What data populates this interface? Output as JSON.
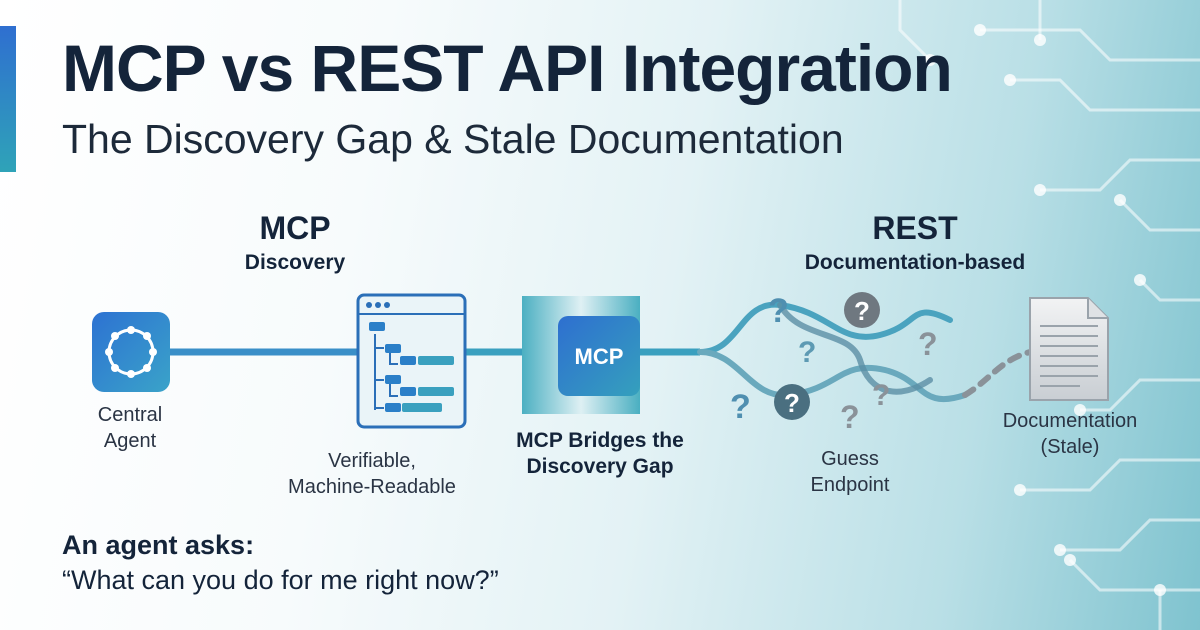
{
  "header": {
    "title": "MCP vs REST API Integration",
    "subtitle": "The Discovery Gap & Stale Documentation"
  },
  "mcp_section": {
    "heading": "MCP",
    "subheading": "Discovery"
  },
  "rest_section": {
    "heading": "REST",
    "subheading": "Documentation-based"
  },
  "nodes": {
    "agent_label_line1": "Central",
    "agent_label_line2": "Agent",
    "schema_label_line1": "Verifiable,",
    "schema_label_line2": "Machine-Readable",
    "mcp_chip": "MCP",
    "bridge_label_line1": "MCP Bridges the",
    "bridge_label_line2": "Discovery Gap",
    "guess_label_line1": "Guess",
    "guess_label_line2": "Endpoint",
    "doc_label_line1": "Documentation",
    "doc_label_line2": "(Stale)",
    "question_glyph": "?"
  },
  "ask": {
    "heading": "An agent asks:",
    "quote": "“What can you do for me right now?”"
  },
  "icons": [
    "agent-hub-icon",
    "schema-window-icon",
    "document-icon",
    "question-mark-icon"
  ],
  "colors": {
    "accent_blue": "#2f6fd0",
    "teal": "#2fa3b8",
    "connector": "#3a8fc8",
    "question_gray": "#8a9299",
    "question_bubble": "#6f7880",
    "text_dark": "#14243a"
  }
}
